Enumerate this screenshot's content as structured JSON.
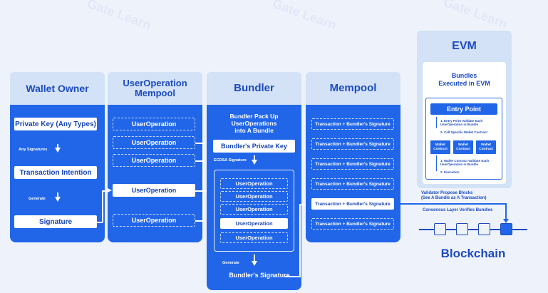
{
  "wallet_owner": {
    "title": "Wallet Owner",
    "private_key": "Private Key (Any Types)",
    "any_signatures": "Any Signatures",
    "transaction_intention": "Transaction Intention",
    "generate": "Generate",
    "signature": "Signature"
  },
  "userop_mempool": {
    "title_line1": "UserOperation",
    "title_line2": "Mempool",
    "items": [
      "UserOperation",
      "UserOperation",
      "UserOperation",
      "UserOperation",
      "UserOperation"
    ]
  },
  "bundler": {
    "title": "Bundler",
    "pack_line1": "Bundler Pack Up",
    "pack_line2": "UserOperations",
    "pack_line3": "into A Bundle",
    "private_key": "Bundler's Private Key",
    "ecdsa": "ECDSA Signature",
    "items": [
      "UserOperation",
      "UserOperation",
      "UserOperation",
      "UserOperation",
      "UserOperation"
    ],
    "generate": "Generate",
    "signature": "Bundler's Signature"
  },
  "mempool": {
    "title": "Mempool",
    "items": [
      "Transaction + Bundler's Signature",
      "Transaction + Bundler's Signature",
      "Transaction + Bundler's Signature",
      "Transaction + Bundler's Signature",
      "Transaction + Bundler's Signature",
      "Transaction + Bundler's Signature"
    ]
  },
  "evm": {
    "title": "EVM",
    "bundles_line1": "Bundles",
    "bundles_line2": "Executed in EVM",
    "entry_point": "Entry Point",
    "step1_line1": "1. Entry Point Validate Each",
    "step1_line2": "UserOperation in Bundle",
    "step2": "2. Call Specific Wallet Contract",
    "wallet_contract_line1": "Wallet",
    "wallet_contract_line2": "Contract",
    "step_a_line1": "1. Wallet Contract Validate Each",
    "step_a_line2": "UserOperation in Bundle",
    "step_b": "2. Execution"
  },
  "blockchain": {
    "validator_line1": "Validator Propose Blocks",
    "validator_line2": "(See A Bundle as A Transaction)",
    "consensus": "Consensus Layer Verifies Bundles",
    "title": "Blockchain"
  },
  "watermark": "Gate Learn",
  "colors": {
    "primary": "#2166e8",
    "header_bg": "#d3e2f6",
    "title": "#1d4bbf"
  }
}
